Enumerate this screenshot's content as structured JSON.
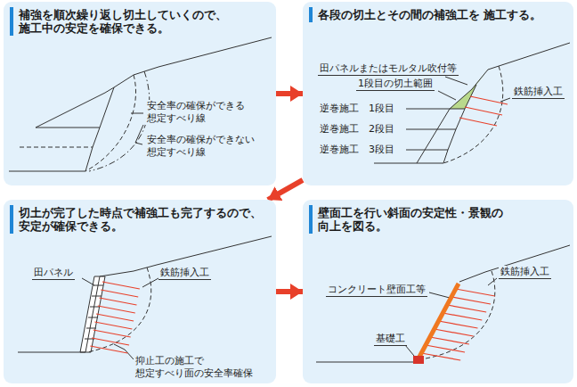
{
  "diagram": {
    "nodes": [
      {
        "text": [
          "補強を順次繰り返し切土していくので、 施工中の安定を確保できる。"
        ]
      },
      {
        "text": [
          "各段の切土とその間の補強工を 施工する。"
        ]
      },
      {
        "text": [
          "切土が完了した時点で補強工も完了するので、 安定が確保できる。"
        ]
      },
      {
        "text": [
          "壁面工を行い斜面の安定性・景観の 向上を図る。"
        ]
      }
    ],
    "edges": [
      {
        "from": 0,
        "to": 1,
        "arrow": "to"
      },
      {
        "from": 1,
        "to": 2,
        "arrow": "to"
      },
      {
        "from": 2,
        "to": 3,
        "arrow": "to"
      }
    ],
    "labels": [
      "安全率の確保ができる 想定すべり線",
      "安全率の確保ができない 想定すべり線",
      "田パネルまたはモルタル吹付等",
      "1段目の切土範囲",
      "鉄筋挿入工",
      "逆巻施工　1段目",
      "逆巻施工　2段目",
      "逆巻施工　3段目",
      "田パネル",
      "鉄筋挿入工",
      "抑止工の施工で 想定すべり面の安全率確保",
      "コンクリート壁面工等",
      "鉄筋挿入工",
      "基礎工"
    ]
  }
}
